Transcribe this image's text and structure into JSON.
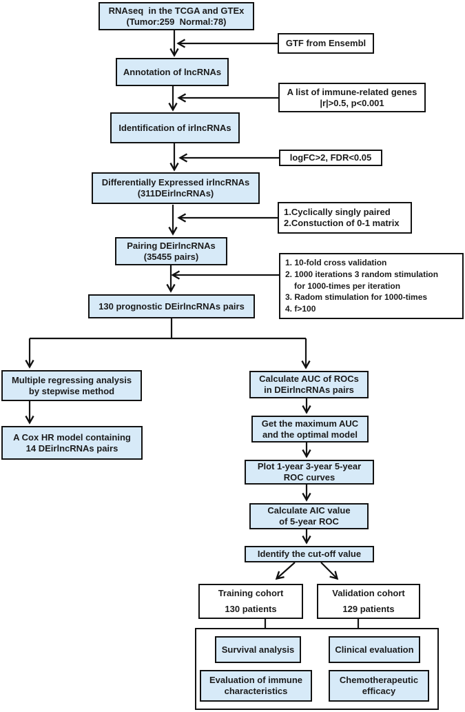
{
  "figure": {
    "type": "flowchart",
    "description": "Study workflow for identification of immune-related lncRNA pairs and prognostic model construction"
  },
  "colors": {
    "box_fill": "#d7eaf8",
    "box_border": "#111111",
    "connector": "#111111",
    "text": "#1b1b1b",
    "background": "#ffffff"
  },
  "boxes": {
    "rnaseq": {
      "lines": [
        "RNAseq  in the TCGA and GTEx",
        "(Tumor:259  Normal:78)"
      ]
    },
    "gtf": {
      "lines": [
        "GTF from Ensembl"
      ]
    },
    "annotation": {
      "lines": [
        "Annotation of lncRNAs"
      ]
    },
    "immune_list": {
      "lines": [
        "A list of immune-related genes",
        "|r|>0.5, p<0.001"
      ]
    },
    "identification": {
      "lines": [
        "Identification of irlncRNAs"
      ]
    },
    "logfc": {
      "lines": [
        "logFC>2, FDR<0.05"
      ]
    },
    "de_irlncrnas": {
      "lines": [
        "Differentially Expressed irlncRNAs",
        "(311DEirlncRNAs)"
      ]
    },
    "pairing_note": {
      "lines": [
        "1.Cyclically singly paired",
        "2.Constuction of 0-1 matrix"
      ]
    },
    "pairing": {
      "lines": [
        "Pairing DEirlncRNAs",
        "(35455 pairs)"
      ]
    },
    "selection_note": {
      "lines": [
        "1. 10-fold cross validation",
        "2. 1000 iterations 3 random stimulation",
        "for 1000-times per iteration",
        "3. Radom stimulation for 1000-times",
        "4. f>100"
      ]
    },
    "prognostic": {
      "lines": [
        "130 prognostic DEirlncRNAs pairs"
      ]
    },
    "regression": {
      "lines": [
        "Multiple regressing analysis",
        "by stepwise method"
      ]
    },
    "cox": {
      "lines": [
        "A Cox HR model containing",
        "14 DEirlncRNAs pairs"
      ]
    },
    "auc": {
      "lines": [
        "Calculate AUC of ROCs",
        "in DEirlncRNAs pairs"
      ]
    },
    "max_auc": {
      "lines": [
        "Get the maximum AUC",
        "and the optimal model"
      ]
    },
    "roc": {
      "lines": [
        "Plot 1-year 3-year 5-year",
        "ROC curves"
      ]
    },
    "aic": {
      "lines": [
        "Calculate AIC value",
        "of 5-year ROC"
      ]
    },
    "cutoff": {
      "lines": [
        "Identify the cut-off value"
      ]
    },
    "training": {
      "lines": [
        "Training cohort",
        "130 patients"
      ]
    },
    "validation": {
      "lines": [
        "Validation cohort",
        "129 patients"
      ]
    },
    "survival": {
      "lines": [
        "Survival analysis"
      ]
    },
    "clinical": {
      "lines": [
        "Clinical evaluation"
      ]
    },
    "immune_eval": {
      "lines": [
        "Evaluation of immune",
        "characteristics"
      ]
    },
    "chemo": {
      "lines": [
        "Chemotherapeutic",
        "efficacy"
      ]
    }
  }
}
